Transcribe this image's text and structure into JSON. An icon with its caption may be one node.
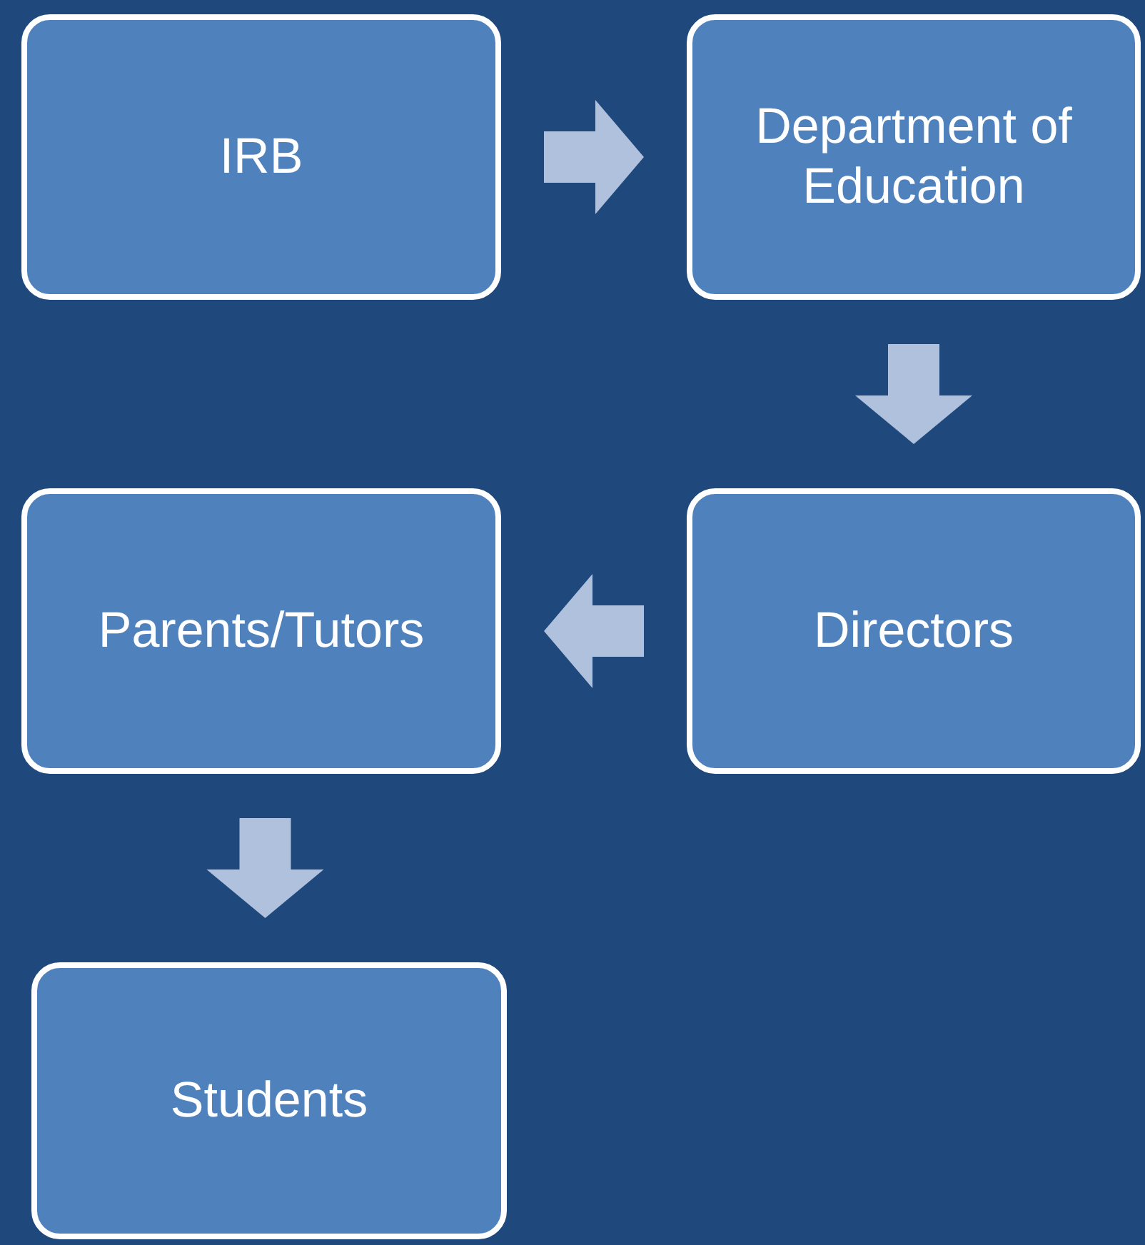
{
  "diagram": {
    "nodes": [
      {
        "text": [
          "IRB"
        ]
      },
      {
        "text": [
          "Department of Education"
        ]
      },
      {
        "text": [
          "Directors"
        ]
      },
      {
        "text": [
          "Parents/Tutors"
        ]
      },
      {
        "text": [
          "Students"
        ]
      }
    ],
    "edges": [
      {
        "from": 0,
        "to": 1,
        "arrow": "to"
      },
      {
        "from": 1,
        "to": 2,
        "arrow": "to"
      },
      {
        "from": 2,
        "to": 3,
        "arrow": "to"
      },
      {
        "from": 3,
        "to": 4,
        "arrow": "to"
      }
    ]
  }
}
